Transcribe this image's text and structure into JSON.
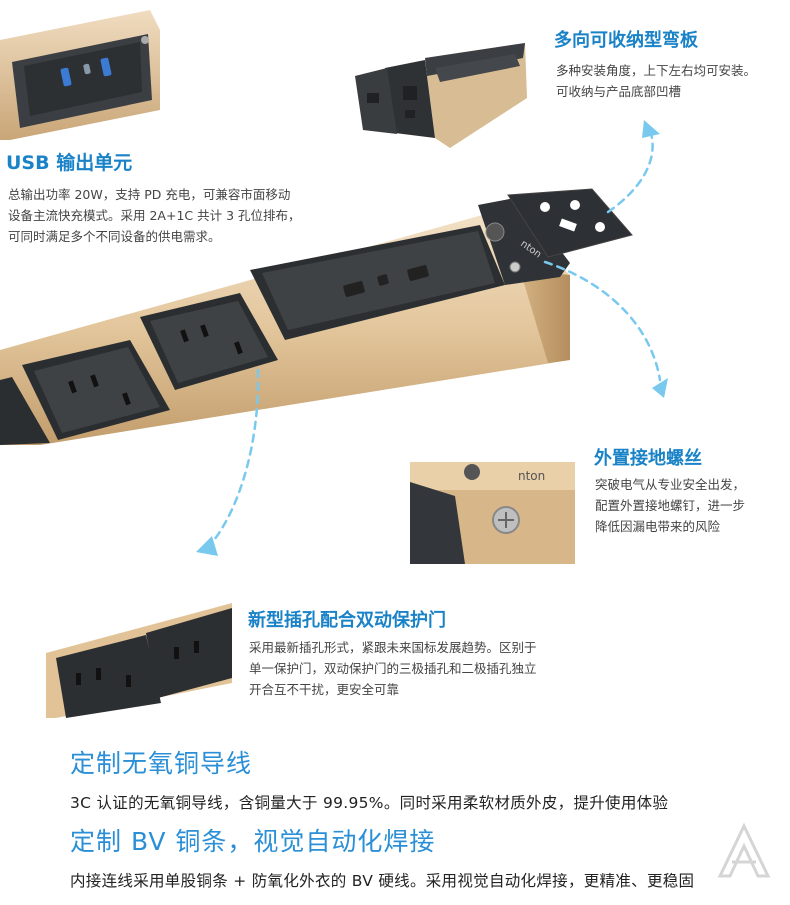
{
  "sections": {
    "usb": {
      "title": "USB 输出单元",
      "lines": [
        "总输出功率 20W，支持 PD 充电，可兼容市面移动",
        "设备主流快充模式。采用 2A+1C 共计 3 孔位排布，",
        "可同时满足多个不同设备的供电需求。"
      ]
    },
    "bracket": {
      "title": "多向可收纳型弯板",
      "lines": [
        "多种安装角度，上下左右均可安装。",
        "可收纳与产品底部凹槽"
      ]
    },
    "ground": {
      "title": "外置接地螺丝",
      "lines": [
        "突破电气从专业安全出发，",
        "配置外置接地螺钉，进一步",
        "降低因漏电带来的风险"
      ]
    },
    "shutter": {
      "title": "新型插孔配合双动保护门",
      "lines": [
        "采用最新插孔形式，紧跟未来国标发展趋势。区别于",
        "单一保护门，双动保护门的三极插孔和二极插孔独立",
        "开合互不干扰，更安全可靠"
      ]
    },
    "copper_wire": {
      "title": "定制无氧铜导线",
      "text": "3C 认证的无氧铜导线，含铜量大于 99.95%。同时采用柔软材质外皮，提升使用体验"
    },
    "copper_bar": {
      "title": "定制 BV 铜条，视觉自动化焊接",
      "text": "内接连线采用单股铜条 + 防氧化外衣的 BV 硬线。采用视觉自动化焊接，更精准、更稳固"
    }
  },
  "product_images": {
    "brand_text": "nton",
    "usb_closeup": "usb-module-closeup",
    "main_strip": "power-strip-main",
    "bracket_closeup": "bracket-closeup",
    "ground_closeup": "ground-screw-closeup",
    "socket_closeup": "socket-closeup"
  },
  "colors": {
    "accent_blue": "#1a83c8",
    "arrow_blue": "#6cc4ee",
    "gold_body": "#d9b98e",
    "panel_dark": "#3a3d40"
  }
}
